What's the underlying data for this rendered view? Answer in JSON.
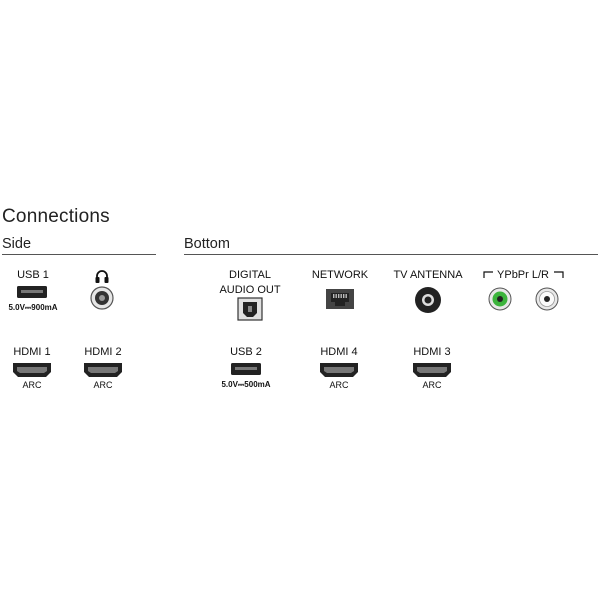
{
  "title": "Connections",
  "side": {
    "heading": "Side",
    "usb1": {
      "label": "USB 1",
      "spec": "5.0V⎓900mA"
    },
    "headphone": {
      "icon": "headphones-icon"
    },
    "hdmi1": {
      "label": "HDMI 1",
      "sub": "ARC"
    },
    "hdmi2": {
      "label": "HDMI 2",
      "sub": "ARC"
    }
  },
  "bottom": {
    "heading": "Bottom",
    "digital_audio": {
      "label_line1": "DIGITAL",
      "label_line2": "AUDIO OUT"
    },
    "network": {
      "label": "NETWORK"
    },
    "tv_antenna": {
      "label": "TV ANTENNA"
    },
    "ypbpr": {
      "label": "YPbPr L/R"
    },
    "usb2": {
      "label": "USB 2",
      "spec": "5.0V⎓500mA"
    },
    "hdmi4": {
      "label": "HDMI 4",
      "sub": "ARC"
    },
    "hdmi3": {
      "label": "HDMI 3",
      "sub": "ARC"
    }
  },
  "colors": {
    "ypbpr_left": "#3cb43c",
    "text": "#111111",
    "rule": "#555555"
  }
}
